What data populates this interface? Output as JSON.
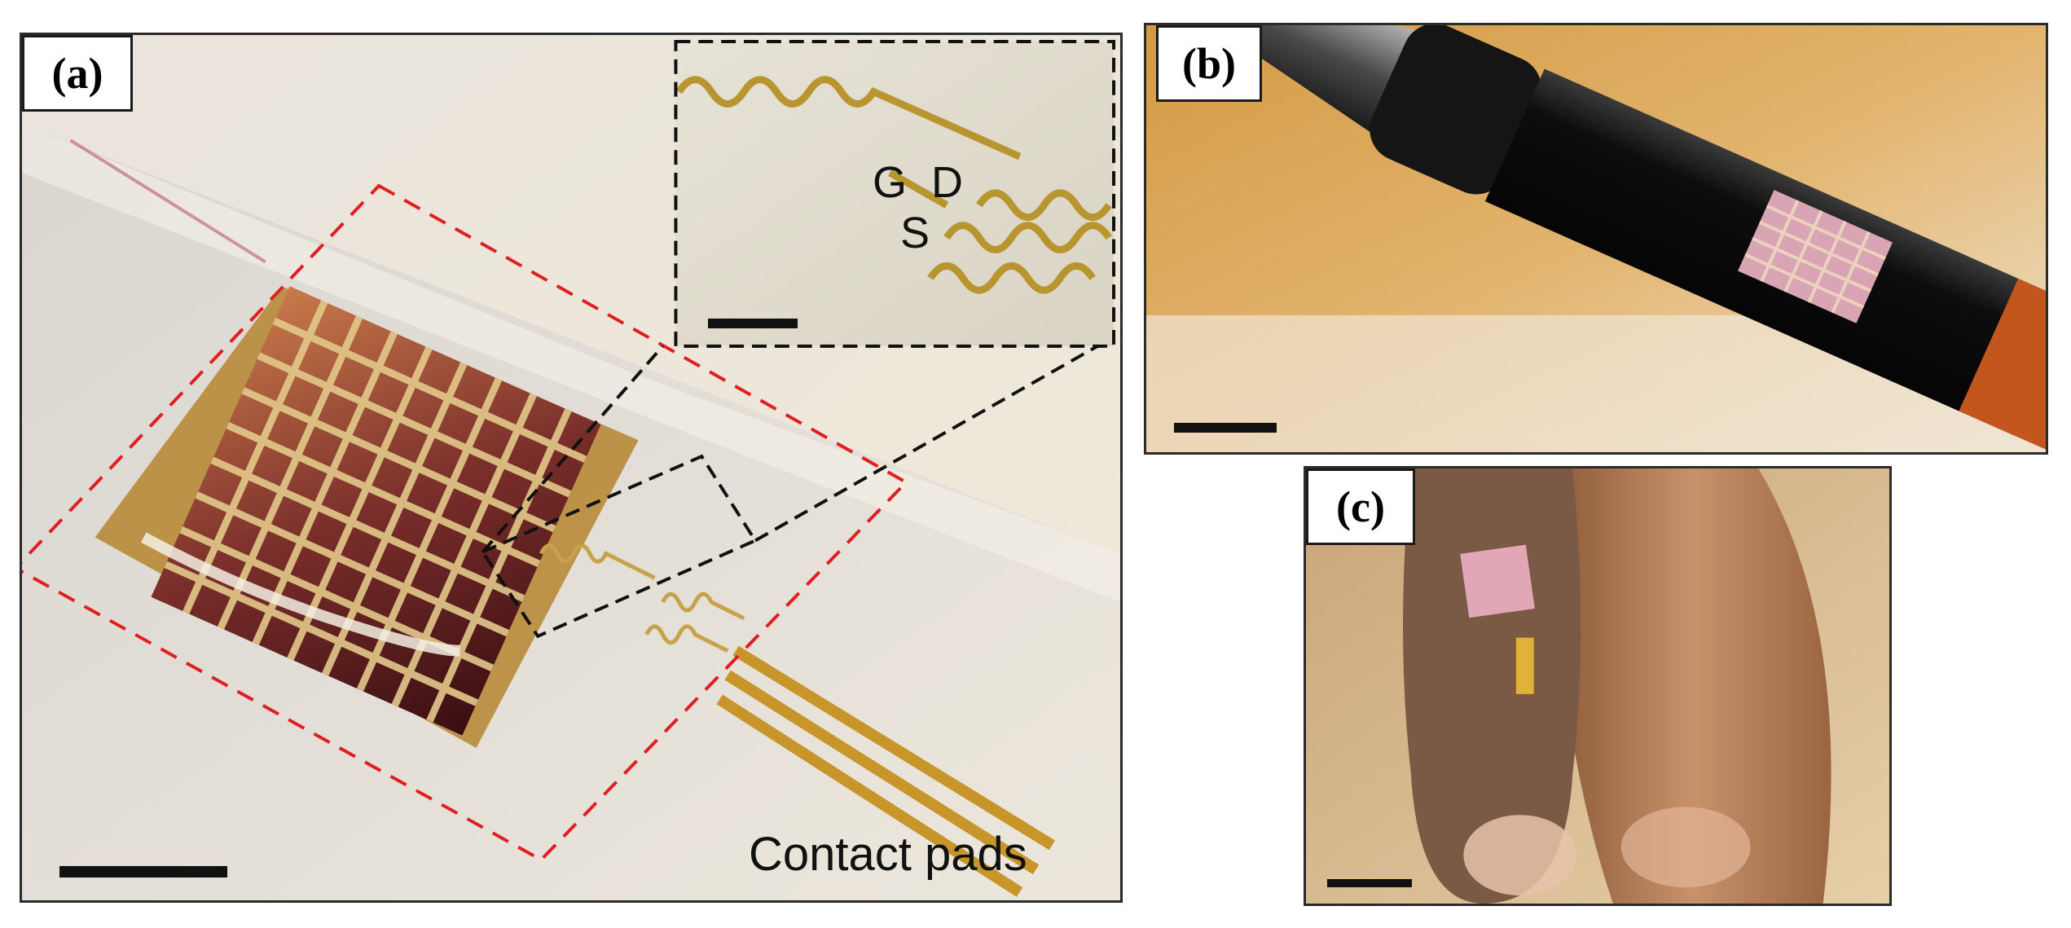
{
  "panels": {
    "a": {
      "label": "(a)",
      "inset_terminals": {
        "gate": "G",
        "drain": "D",
        "source": "S"
      },
      "caption": "Contact pads",
      "colors": {
        "roi_dashes": "#e02020",
        "zoom_dashes": "#111111"
      }
    },
    "b": {
      "label": "(b)"
    },
    "c": {
      "label": "(c)"
    }
  },
  "icons": [
    "scale-bar",
    "roi-box",
    "zoom-box",
    "sensor-array",
    "pen",
    "finger"
  ]
}
